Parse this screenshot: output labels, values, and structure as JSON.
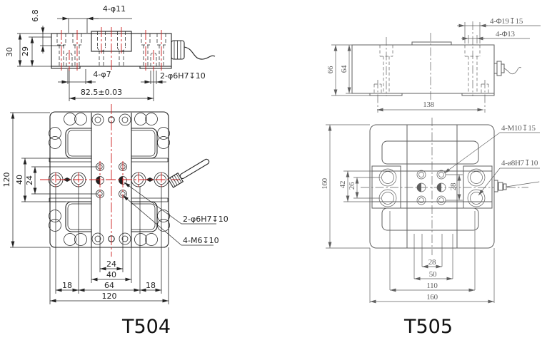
{
  "colors": {
    "background": "#ffffff",
    "t504_line": "#222222",
    "centerline_red": "#cc1a1a",
    "t505_line": "#5f5f5f"
  },
  "t504": {
    "title": "T504",
    "side_view": {
      "height_overall": "30",
      "height_body": "29",
      "step_depth": "6.8",
      "top_holes_label": "4-φ11",
      "through_holes_label": "4-φ7",
      "dowel_holes_label": "2-φ6H7↧10",
      "hole_spacing": "82.5±0.03"
    },
    "top_view": {
      "size_vertical": "120",
      "window_gap": "40",
      "grid_span_vertical": "24",
      "grid_span_horizontal": "24",
      "column_width": "40",
      "hole_span": "64",
      "edge_left": "18",
      "edge_right": "18",
      "size_horizontal": "120",
      "dowel_label": "2-φ6H7↧10",
      "thread_label": "4-M6↧10"
    }
  },
  "t505": {
    "title": "T505",
    "side_view": {
      "height_overall": "66",
      "height_body": "64",
      "counterbore_label": "4-Φ19↧15",
      "through_label": "4-Φ13",
      "foot_spacing": "138"
    },
    "top_view": {
      "size_vertical": "160",
      "block_span": "42",
      "hole_span_vertical": "26",
      "grid_span_vertical": "28",
      "grid_span_horizontal": "28",
      "span_50": "50",
      "span_110": "110",
      "size_horizontal": "160",
      "thread_label": "4-M10↧15",
      "dowel_label": "4-ø8H7↧10"
    }
  }
}
